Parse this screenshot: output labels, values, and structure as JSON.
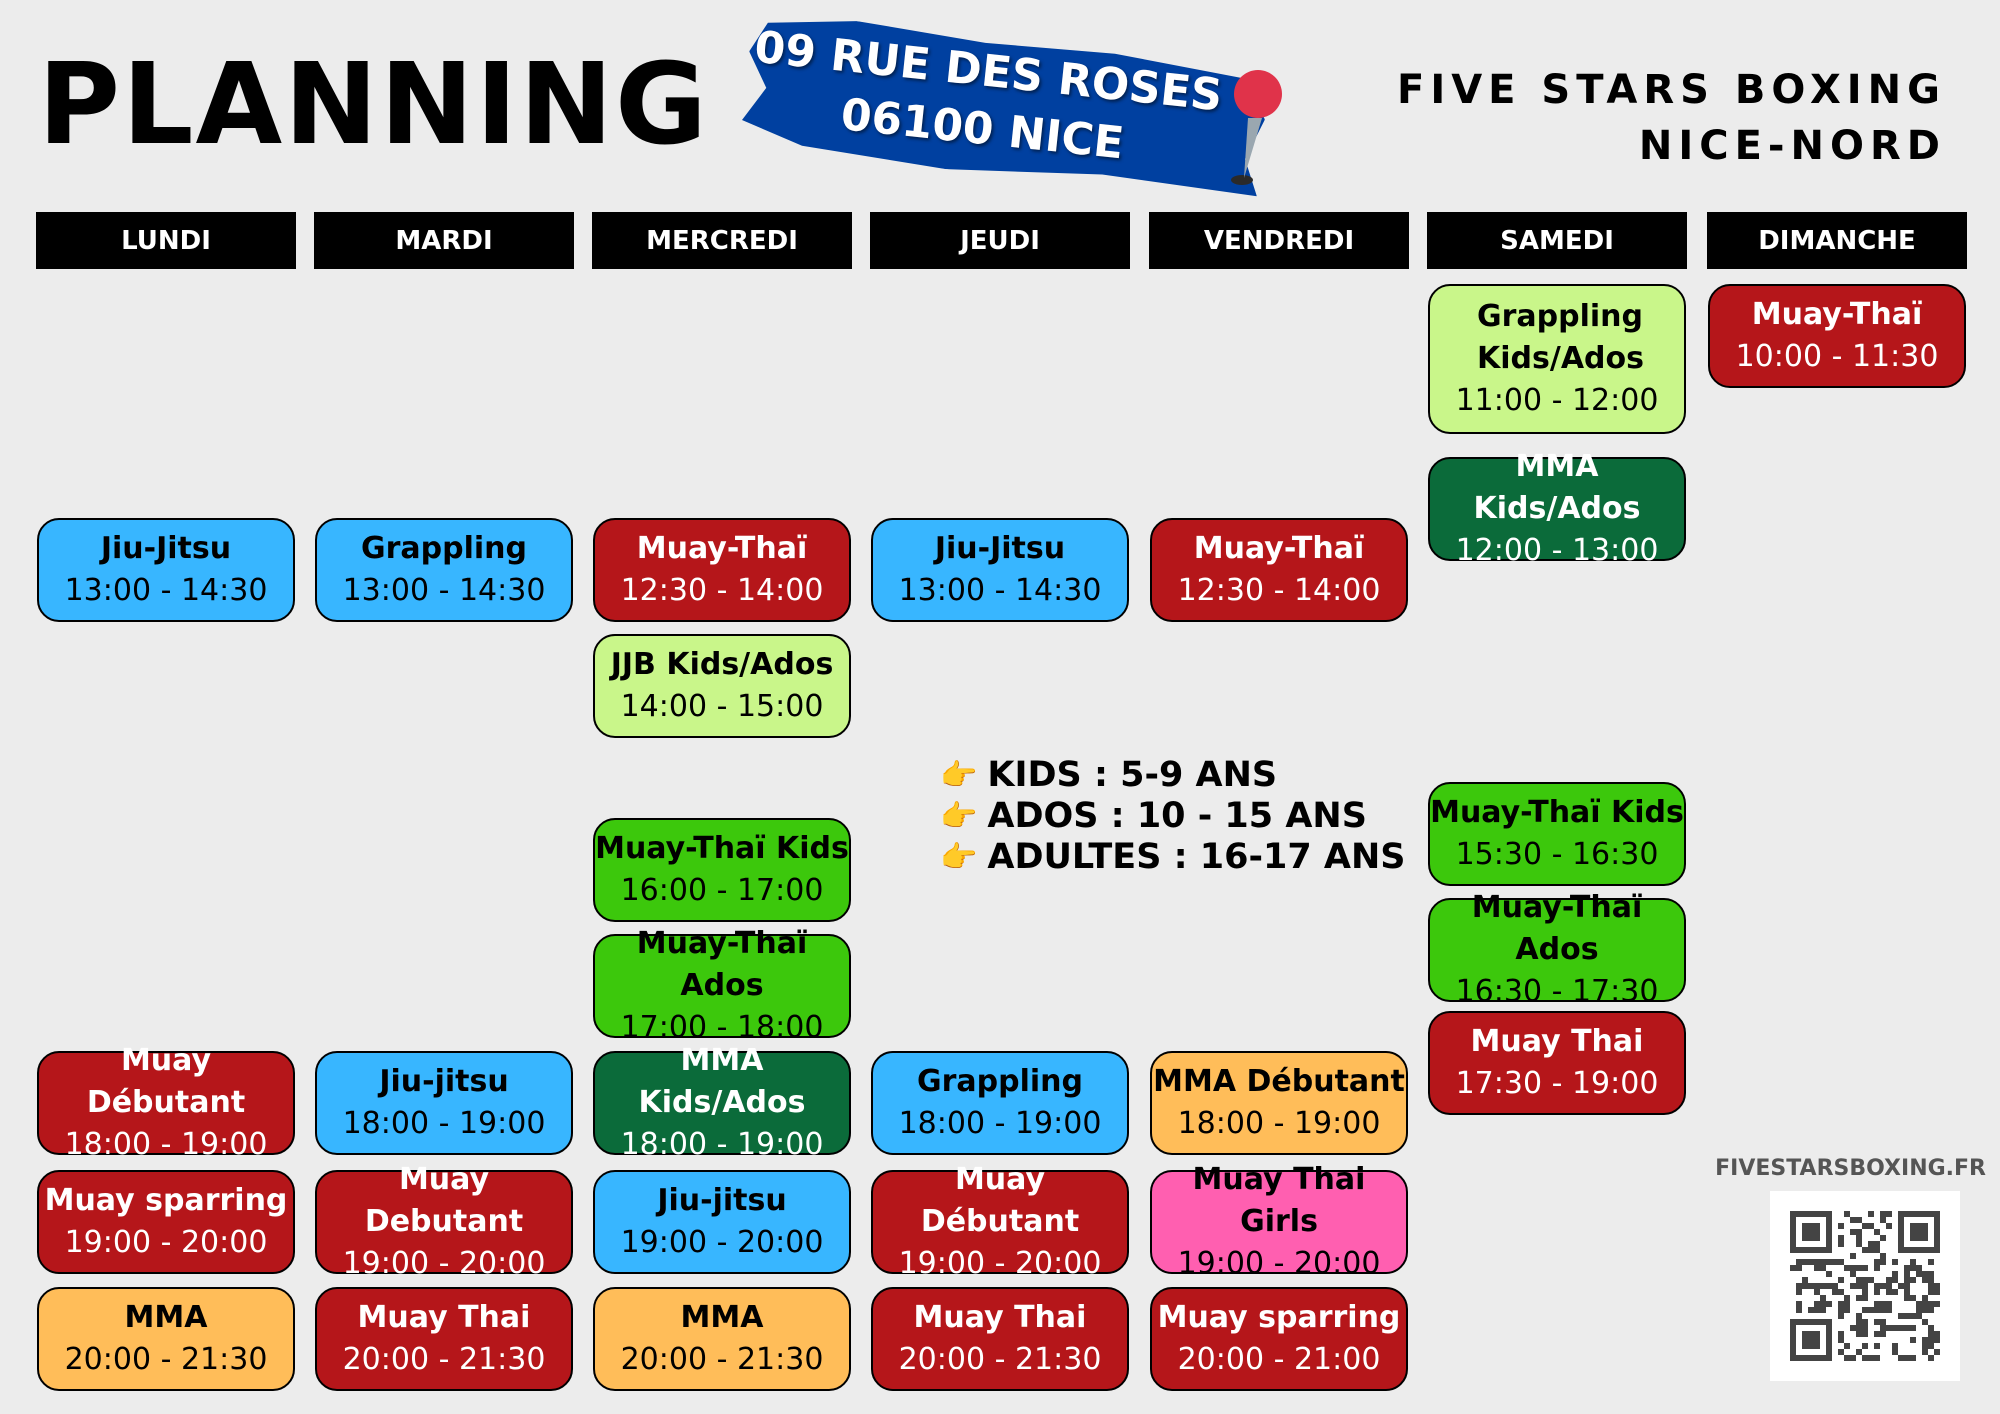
{
  "header": {
    "title": "PLANNING",
    "address_line1": "09 RUE DES ROSES",
    "address_line2": "06100 NICE",
    "gym_line1": "FIVE STARS BOXING",
    "gym_line2": "NICE-NORD"
  },
  "colors": {
    "red": "#b5161a",
    "blue": "#38b6ff",
    "lightgreen": "#c9f68a",
    "darkgreen": "#0b6b3a",
    "green": "#3cc80c",
    "orange": "#ffbd59",
    "pink": "#ff5fb0"
  },
  "days": [
    {
      "label": "LUNDI",
      "classes": [
        {
          "title": "Jiu-Jitsu",
          "time": "13:00 - 14:30",
          "type": "blue"
        },
        {
          "title": "Muay Débutant",
          "time": "18:00 - 19:00",
          "type": "red"
        },
        {
          "title": "Muay sparring",
          "time": "19:00 - 20:00",
          "type": "red"
        },
        {
          "title": "MMA",
          "time": "20:00 - 21:30",
          "type": "orange"
        }
      ]
    },
    {
      "label": "MARDI",
      "classes": [
        {
          "title": "Grappling",
          "time": "13:00 - 14:30",
          "type": "blue"
        },
        {
          "title": "Jiu-jitsu",
          "time": "18:00 - 19:00",
          "type": "blue"
        },
        {
          "title": "Muay Debutant",
          "time": "19:00 - 20:00",
          "type": "red"
        },
        {
          "title": "Muay Thai",
          "time": "20:00 - 21:30",
          "type": "red"
        }
      ]
    },
    {
      "label": "MERCREDI",
      "classes": [
        {
          "title": "Muay-Thaï",
          "time": "12:30 - 14:00",
          "type": "red"
        },
        {
          "title": "JJB Kids/Ados",
          "time": "14:00 - 15:00",
          "type": "lightgreen"
        },
        {
          "title": "Muay-Thaï Kids",
          "time": "16:00 - 17:00",
          "type": "green"
        },
        {
          "title": "Muay-Thaï Ados",
          "time": "17:00 - 18:00",
          "type": "green"
        },
        {
          "title": "MMA Kids/Ados",
          "time": "18:00 - 19:00",
          "type": "darkgreen"
        },
        {
          "title": "Jiu-jitsu",
          "time": "19:00 - 20:00",
          "type": "blue"
        },
        {
          "title": "MMA",
          "time": "20:00 - 21:30",
          "type": "orange"
        }
      ]
    },
    {
      "label": "JEUDI",
      "classes": [
        {
          "title": "Jiu-Jitsu",
          "time": "13:00 - 14:30",
          "type": "blue"
        },
        {
          "title": "Grappling",
          "time": "18:00 - 19:00",
          "type": "blue"
        },
        {
          "title": "Muay Débutant",
          "time": "19:00 - 20:00",
          "type": "red"
        },
        {
          "title": "Muay Thai",
          "time": "20:00 - 21:30",
          "type": "red"
        }
      ]
    },
    {
      "label": "VENDREDI",
      "classes": [
        {
          "title": "Muay-Thaï",
          "time": "12:30 - 14:00",
          "type": "red"
        },
        {
          "title": "MMA Débutant",
          "time": "18:00 - 19:00",
          "type": "orange"
        },
        {
          "title": "Muay Thai Girls",
          "time": "19:00 - 20:00",
          "type": "pink"
        },
        {
          "title": "Muay sparring",
          "time": "20:00 - 21:00",
          "type": "red"
        }
      ]
    },
    {
      "label": "SAMEDI",
      "classes": [
        {
          "title": "Grappling Kids/Ados",
          "time": "11:00 - 12:00",
          "type": "lightgreen"
        },
        {
          "title": "MMA Kids/Ados",
          "time": "12:00 - 13:00",
          "type": "darkgreen"
        },
        {
          "title": "Muay-Thaï Kids",
          "time": "15:30 - 16:30",
          "type": "green"
        },
        {
          "title": "Muay-Thaï Ados",
          "time": "16:30 - 17:30",
          "type": "green"
        },
        {
          "title": "Muay Thai",
          "time": "17:30 - 19:00",
          "type": "red"
        }
      ]
    },
    {
      "label": "DIMANCHE",
      "classes": [
        {
          "title": "Muay-Thaï",
          "time": "10:00 - 11:30",
          "type": "red"
        }
      ]
    }
  ],
  "legend": [
    {
      "icon": "pointing-hand-icon",
      "text": "KIDS : 5-9 ANS"
    },
    {
      "icon": "pointing-hand-icon",
      "text": "ADOS : 10 - 15 ANS"
    },
    {
      "icon": "pointing-hand-icon",
      "text": "ADULTES : 16-17 ANS"
    }
  ],
  "footer": {
    "website": "FIVESTARSBOXING.FR"
  }
}
